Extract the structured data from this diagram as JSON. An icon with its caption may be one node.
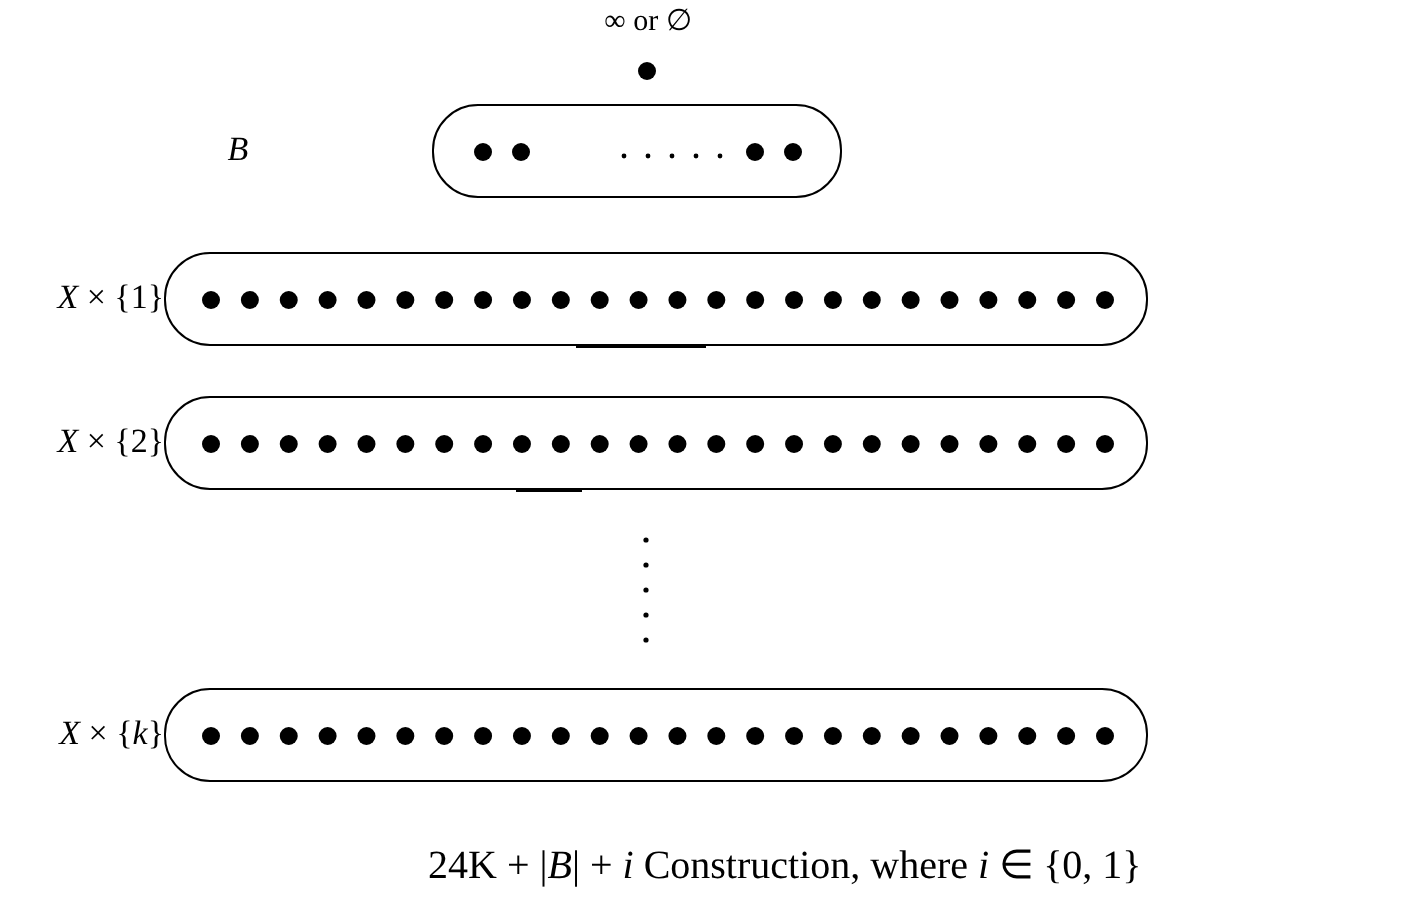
{
  "diagram": {
    "caption": "24K + |*B*| + *i* Construction, where *i* ∈ {0, 1}",
    "nodes": [
      {
        "text": [],
        "shape": "circle",
        "beside": [
          "∞ or ∅"
        ]
      },
      {
        "text": [],
        "shape": "box"
      },
      {
        "text": [],
        "shape": "box",
        "beside": [
          "*X* × {1}"
        ]
      },
      {
        "text": [],
        "shape": "box",
        "beside": [
          "*X* × {2}"
        ]
      },
      {
        "text": [],
        "shape": "box",
        "beside": [
          "*X* × {*k*}"
        ]
      }
    ],
    "labels": [
      "B"
    ]
  }
}
